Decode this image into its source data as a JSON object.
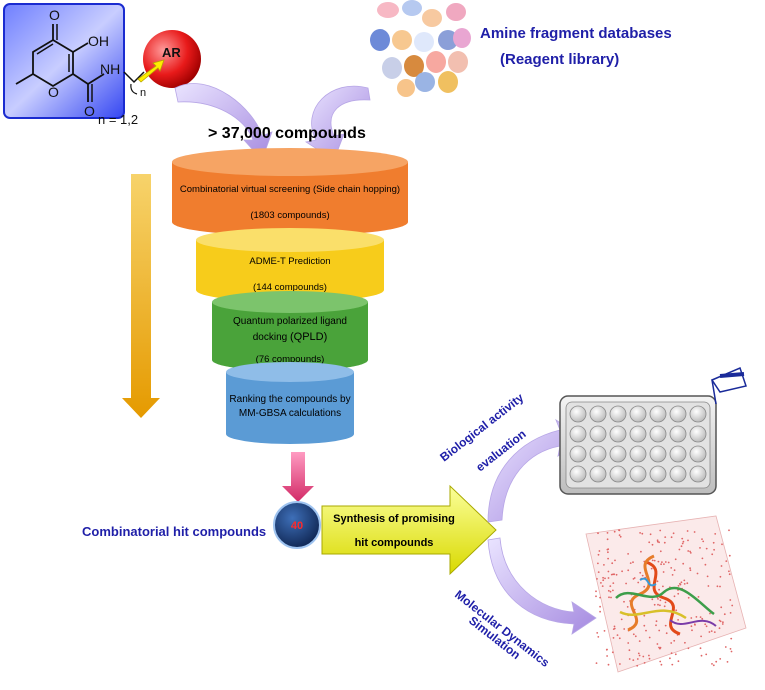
{
  "scaffold": {
    "oxygen": "O",
    "hydroxyl": "OH",
    "amide_nh": "NH",
    "linker_n": "n",
    "ring_oxygen": "O",
    "aryl_group": "AR",
    "linker_caption": "n = 1,2"
  },
  "library": {
    "title": "Amine fragment databases",
    "subtitle": "(Reagent library)"
  },
  "input_count": "> 37,000 compounds",
  "funnel": [
    {
      "label": "Combinatorial virtual screening (Side chain hopping)",
      "count": "(1803 compounds)",
      "color": "#f07d2e"
    },
    {
      "label": "ADME-T Prediction",
      "count": "(144 compounds)",
      "color": "#f7cc1b"
    },
    {
      "label_line1": "Quantum polarized ligand",
      "label_line2": "docking",
      "label_acronym": "(QPLD)",
      "count": "(76 compounds)",
      "color": "#4aa33a"
    },
    {
      "label_line1": "Ranking the compounds by",
      "label_line2": "MM-GBSA calculations",
      "color": "#5b9bd5"
    }
  ],
  "hits": {
    "label": "Combinatorial hit compounds",
    "count": "40"
  },
  "synthesis": {
    "line1": "Synthesis of promising",
    "line2": "hit compounds"
  },
  "outputs": {
    "bio_line1": "Biological activity",
    "bio_line2": "evaluation",
    "md_line1": "Molecular Dynamics",
    "md_line2": "Simulation"
  },
  "colors": {
    "title_blue": "#1f1fa8",
    "scaffold_bg": "#2a3ef0",
    "arrow_gold": "#f0b400",
    "arrow_pink": "#d9336a",
    "hit_circle": "#1c3f7a",
    "synthesis_arrow": "#f2f200"
  }
}
